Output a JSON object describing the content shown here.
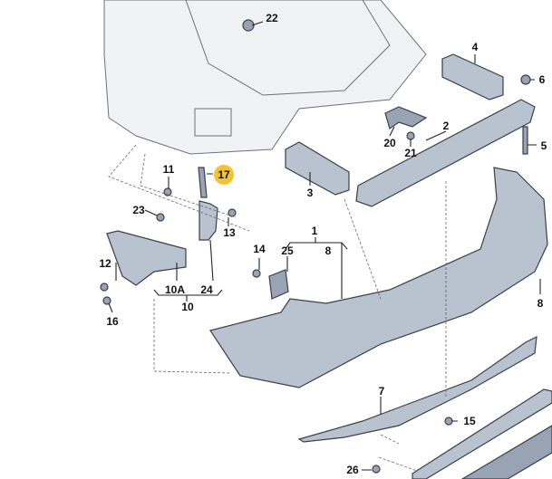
{
  "diagram": {
    "title": "Rear bumper exploded parts diagram",
    "highlight_color": "#f2c230",
    "labels": {
      "l22": "22",
      "l4": "4",
      "l6": "6",
      "l2": "2",
      "l5": "5",
      "l20": "20",
      "l21": "21",
      "l11": "11",
      "l17": "17",
      "l3": "3",
      "l23": "23",
      "l13": "13",
      "l1": "1",
      "l8a": "8",
      "l8b": "8",
      "l14": "14",
      "l25": "25",
      "l12": "12",
      "l10A": "10A",
      "l24": "24",
      "l10": "10",
      "l16": "16",
      "l7": "7",
      "l15": "15",
      "l26": "26"
    }
  }
}
